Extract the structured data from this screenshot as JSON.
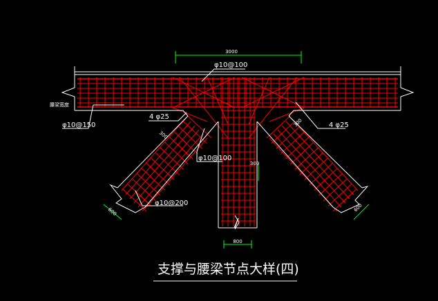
{
  "drawing": {
    "title": "支撑与腰梁节点大样(四)",
    "colors": {
      "background": "#000000",
      "rebar": "#ff0000",
      "outline": "#ffffff",
      "dimension": "#00ff00"
    },
    "dimensions": {
      "top_span": "3000",
      "center_width": "800",
      "left_brace_width": "600",
      "right_brace_width": "600",
      "center_depth": "300",
      "left_haunch": "300",
      "right_haunch": "300"
    },
    "labels": {
      "top_stirrup": "φ10@100",
      "left_stirrup": "φ10@150",
      "left_rebar": "4 φ25",
      "right_rebar": "4 φ25",
      "center_stirrup": "φ10@100",
      "brace_stirrup": "φ10@200",
      "side_note": "腰梁宽度"
    }
  }
}
